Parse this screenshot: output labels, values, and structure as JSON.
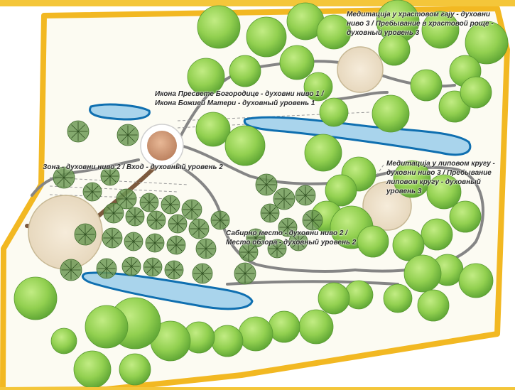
{
  "map": {
    "colors": {
      "frame": "#f2b822",
      "background": "#fcfbf2",
      "tree_fill": "#8fcf52",
      "tree_dark": "#4f9a2c",
      "conifer": "#6f9a57",
      "water_fill": "#a9d4ec",
      "water_edge": "#0f6fb0",
      "path": "#7b7b7b",
      "wooden_path": "#7d5a3e",
      "plaza": "#efe2cc",
      "center_plaza": "#d4a07f"
    },
    "labels": [
      {
        "id": "meditation-oak",
        "lines": [
          "Медитација у храстовом гају - духовни",
          "ниво 3 / Пребывание в храстовой роще -",
          "духовный уровень 3"
        ]
      },
      {
        "id": "icon",
        "lines": [
          "Икона Пресвете Богородице - духовни ниво 1 /",
          "Икона Божией Матери - духовный уровень 1"
        ]
      },
      {
        "id": "zone",
        "lines": [
          "Зона - духовни ниво 2 / Вход - духовный уровень 2"
        ]
      },
      {
        "id": "meditation-linden",
        "lines": [
          "Медитација у липовом кругу -",
          "духовни ниво 3 / Пребывание",
          "липовом кругу - духовный",
          "уровень 3"
        ]
      },
      {
        "id": "view",
        "lines": [
          "Сабирно место - духовни ниво 2 /",
          "Место обзора - духовный уровень 2"
        ]
      }
    ]
  }
}
